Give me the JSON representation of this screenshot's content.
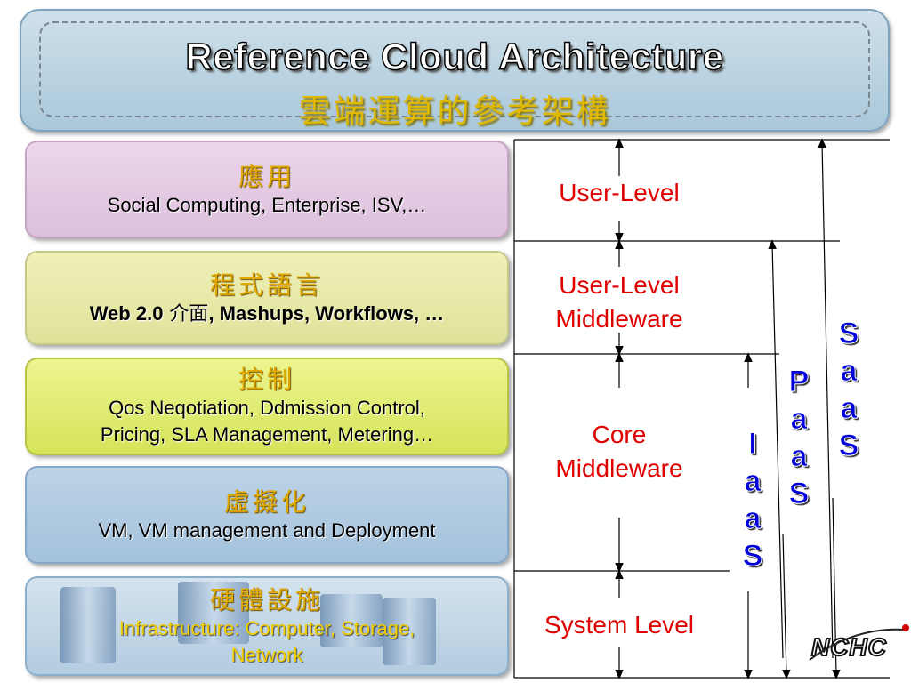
{
  "title": {
    "english": "Reference Cloud Architecture",
    "chinese": "雲端運算的參考架構"
  },
  "layers": [
    {
      "heading": "應用",
      "desc": "Social Computing, Enterprise, ISV,…"
    },
    {
      "heading": "程式語言",
      "desc_bold_start": "Web 2.0",
      "desc_mid": " 介面",
      "desc_bold_end": ", Mashups, Workflows, …"
    },
    {
      "heading": "控制",
      "desc_line1": "Qos Neqotiation, Ddmission Control,",
      "desc_line2": "Pricing, SLA Management, Metering…"
    },
    {
      "heading": "虛擬化",
      "desc": "VM, VM management and Deployment"
    },
    {
      "heading": "硬體設施",
      "desc_line1": "Infrastructure: Computer, Storage,",
      "desc_line2": "Network"
    }
  ],
  "levels": {
    "user_level": "User-Level",
    "user_middleware_line1": "User-Level",
    "user_middleware_line2": "Middleware",
    "core_line1": "Core",
    "core_line2": "Middleware",
    "system_level": "System Level"
  },
  "service_models": {
    "iaas": [
      "I",
      "a",
      "a",
      "S"
    ],
    "paas": [
      "P",
      "a",
      "a",
      "S"
    ],
    "saas": [
      "S",
      "a",
      "a",
      "S"
    ]
  },
  "logo_text": "NCHC",
  "colors": {
    "heading_gold": "#e0a800",
    "level_red": "#e00000",
    "service_blue": "#0000d8"
  }
}
